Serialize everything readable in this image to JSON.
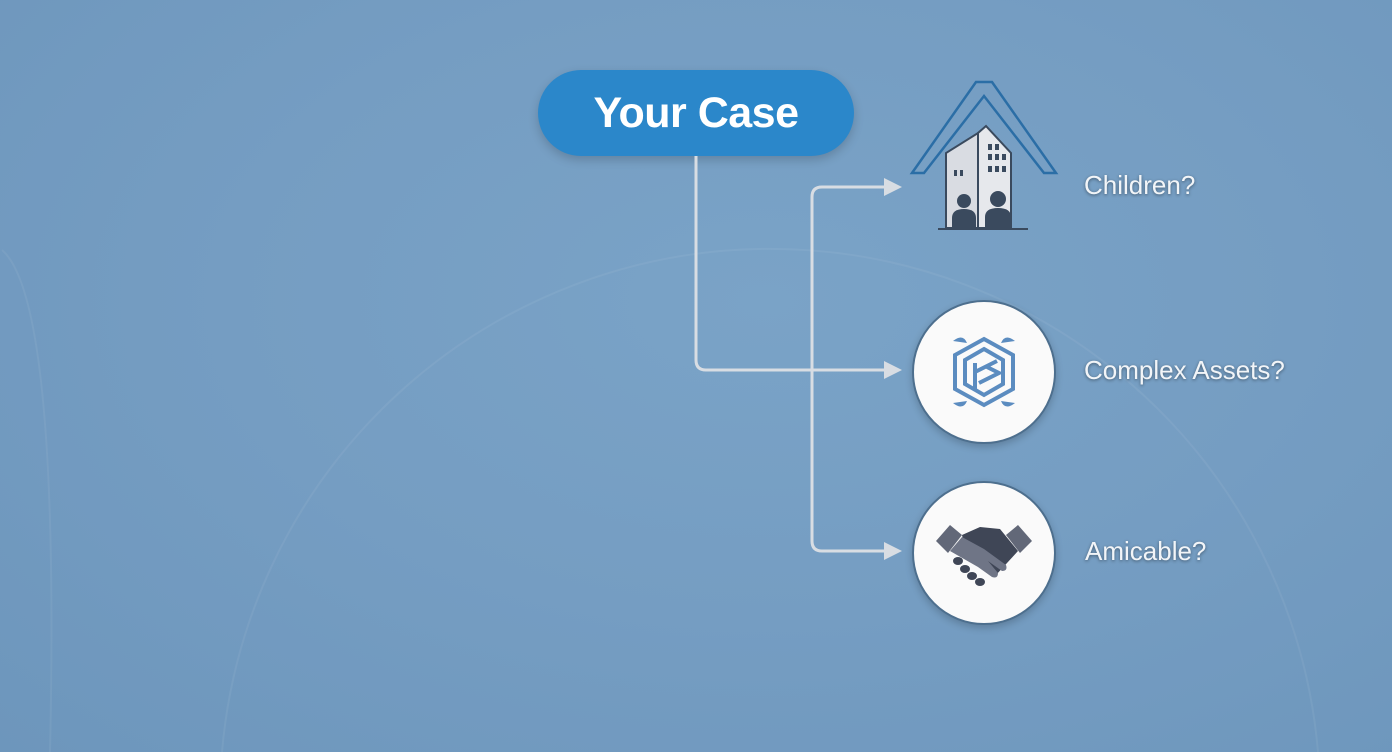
{
  "root": {
    "label": "Your Case"
  },
  "branches": [
    {
      "label": "Children?",
      "icon": "house-family-icon"
    },
    {
      "label": "Complex Assets?",
      "icon": "assets-hexagon-icon"
    },
    {
      "label": "Amicable?",
      "icon": "handshake-icon"
    }
  ],
  "colors": {
    "background": "#759dc2",
    "root": "#2b87ca",
    "connector": "#d8dde3"
  }
}
